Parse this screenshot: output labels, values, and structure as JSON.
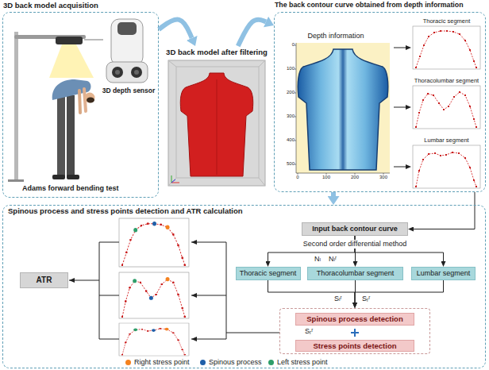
{
  "diagram": {
    "nodes": [
      {
        "text": [
          "3D back model acquisition"
        ]
      },
      {
        "text": [
          "3D back model after filtering"
        ]
      },
      {
        "text": [
          "The back contour curve obtained from depth information"
        ]
      },
      {
        "text": [
          "Depth information"
        ],
        "in": 2
      },
      {
        "text": [
          "Thoracic segment"
        ],
        "in": 2
      },
      {
        "text": [
          "Thoracolumbar segment"
        ],
        "in": 2
      },
      {
        "text": [
          "Lumbar segment"
        ],
        "in": 2
      },
      {
        "text": [
          "Spinous process and stress points detection and ATR calculation"
        ]
      },
      {
        "text": [
          "ATR"
        ],
        "in": 7
      },
      {
        "text": [
          "Input back contour curve"
        ],
        "in": 7
      },
      {
        "text": [
          "Thoracic segment"
        ],
        "in": 7
      },
      {
        "text": [
          "Thoracolumbar segment"
        ],
        "in": 7
      },
      {
        "text": [
          "Lumbar segment"
        ],
        "in": 7
      },
      {
        "text": [
          "Sᵣʳ"
        ],
        "in": 7
      },
      {
        "text": [
          "Spinous process detection"
        ],
        "in": 13
      },
      {
        "text": [
          "Stress points detection"
        ],
        "in": 13
      }
    ],
    "edges": [
      {
        "from": 0,
        "to": 1,
        "arrow": "to"
      },
      {
        "from": 1,
        "to": 2,
        "arrow": "to"
      },
      {
        "from": 3,
        "to": 4,
        "arrow": "to"
      },
      {
        "from": 3,
        "to": 5,
        "arrow": "to"
      },
      {
        "from": 3,
        "to": 6,
        "arrow": "to"
      },
      {
        "from": 2,
        "to": 7,
        "arrow": "to"
      },
      {
        "from": 2,
        "to": 9,
        "arrow": "to"
      },
      {
        "from": 9,
        "to": 10,
        "arrow": "to"
      },
      {
        "from": 9,
        "to": 11,
        "arrow": "to",
        "label": "Second order differential method"
      },
      {
        "from": 9,
        "to": 12,
        "arrow": "to"
      },
      {
        "from": 10,
        "to": 13,
        "arrow": "to"
      },
      {
        "from": 11,
        "to": 13,
        "arrow": "to"
      },
      {
        "from": 12,
        "to": 13,
        "arrow": "to"
      }
    ],
    "labels": [
      "Adams forward bending test",
      "3D depth sensor",
      "Nₗ",
      "Nₗʳ",
      "Sₗʳ",
      "Sᵣʳ",
      "0",
      "100",
      "200",
      "300",
      "400",
      "500",
      "0",
      "100",
      "200",
      "300"
    ],
    "legend": [
      {
        "text": "Right stress point",
        "color": "#f5821f"
      },
      {
        "text": "Spinous process",
        "color": "#1f5fa8"
      },
      {
        "text": "Left stress point",
        "color": "#2e9e6a"
      }
    ]
  }
}
